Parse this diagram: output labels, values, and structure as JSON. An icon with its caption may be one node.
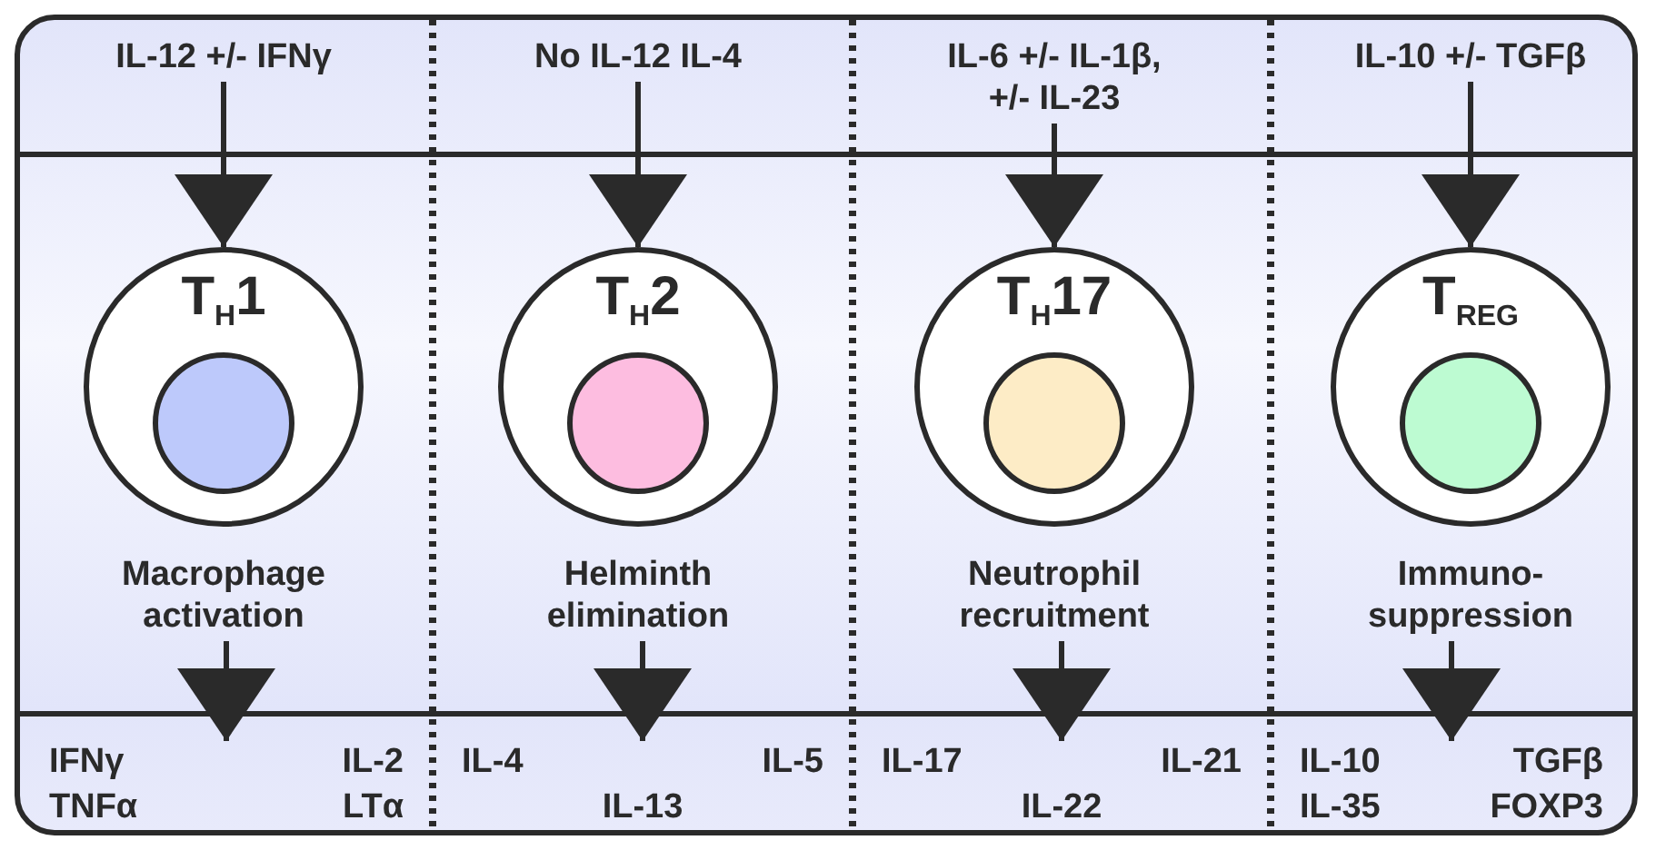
{
  "diagram": {
    "nodes": [
      {
        "text": [
          "IL-12 +/- IFNγ"
        ]
      },
      {
        "text": [
          "T$_{H}$1"
        ]
      },
      {
        "text": [],
        "shape": "circle",
        "in": 1
      },
      {
        "text": [
          "Macrophage activation"
        ]
      },
      {
        "text": [
          "IFNγ",
          "IL-2",
          "TNFα",
          "LTα"
        ]
      },
      {
        "text": [
          "No IL-12 IL-4"
        ]
      },
      {
        "text": [
          "T$_{H}$2"
        ]
      },
      {
        "text": [],
        "shape": "circle",
        "in": 6
      },
      {
        "text": [
          "Helminth elimination"
        ]
      },
      {
        "text": [
          "IL-4",
          "IL-5",
          "IL-13"
        ]
      },
      {
        "text": [
          "IL-6 +/- IL-1β, +/- IL-23"
        ]
      },
      {
        "text": [
          "T$_{H}$17"
        ]
      },
      {
        "text": [],
        "shape": "circle",
        "in": 11
      },
      {
        "text": [
          "Neutrophil recruitment"
        ]
      },
      {
        "text": [
          "IL-17",
          "IL-21",
          "IL-22"
        ]
      },
      {
        "text": [
          "IL-10 +/- TGFβ"
        ]
      },
      {
        "text": [
          "T$_{REG}$"
        ]
      },
      {
        "text": [],
        "shape": "circle",
        "in": 16
      },
      {
        "text": [
          "Immuno- suppression"
        ]
      },
      {
        "text": [
          "IL-10",
          "TGFβ",
          "IL-35",
          "FOXP3"
        ]
      }
    ],
    "edges": [
      {
        "from": 0,
        "to": 1,
        "arrow": "to"
      },
      {
        "from": 3,
        "to": 4,
        "arrow": "to"
      },
      {
        "from": 5,
        "to": 6,
        "arrow": "to"
      },
      {
        "from": 8,
        "to": 9,
        "arrow": "to"
      },
      {
        "from": 10,
        "to": 11,
        "arrow": "to"
      },
      {
        "from": 13,
        "to": 14,
        "arrow": "to"
      },
      {
        "from": 15,
        "to": 16,
        "arrow": "to"
      },
      {
        "from": 18,
        "to": 19,
        "arrow": "to"
      }
    ]
  }
}
